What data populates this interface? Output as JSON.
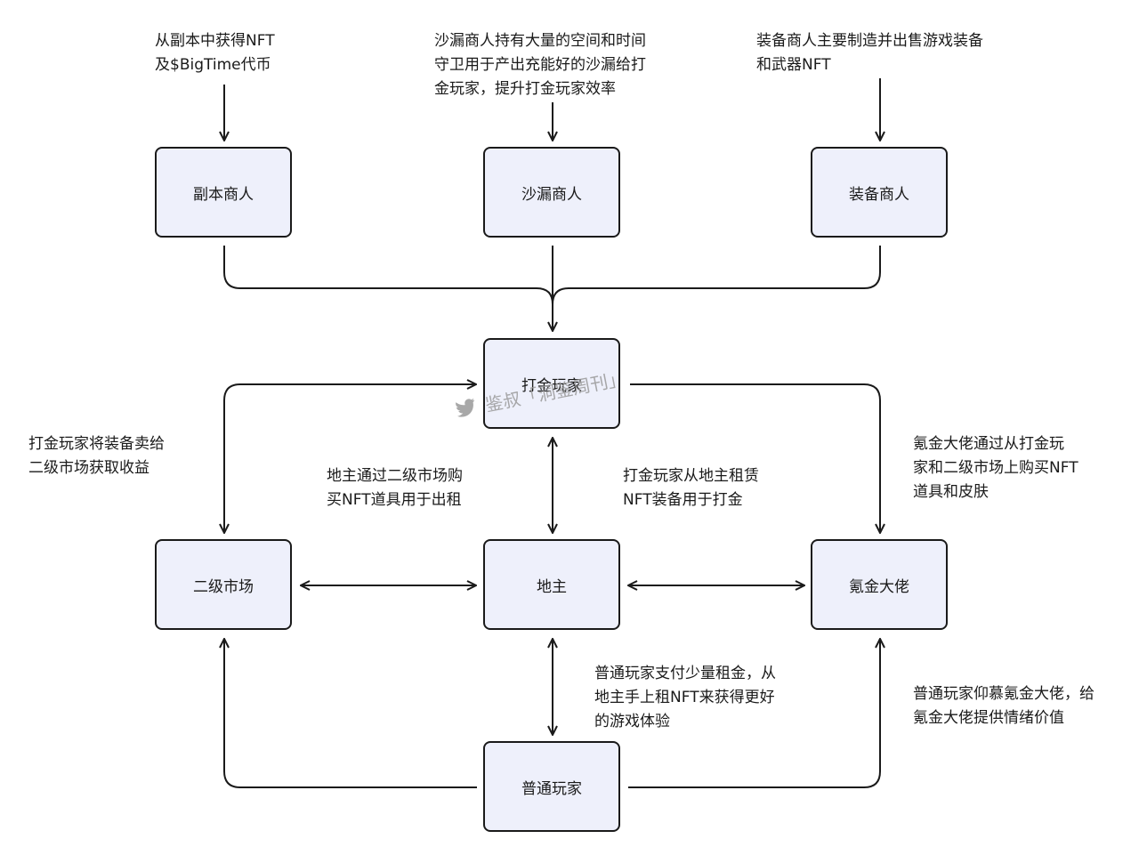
{
  "nodes": {
    "dungeon_merchant": "副本商人",
    "hourglass_merchant": "沙漏商人",
    "equipment_merchant": "装备商人",
    "gold_farmer": "打金玩家",
    "secondary_market": "二级市场",
    "landlord": "地主",
    "whale": "氪金大佬",
    "regular_player": "普通玩家"
  },
  "labels": {
    "dungeon": "从副本中获得NFT\n及$BigTime代币",
    "hourglass": "沙漏商人持有大量的空间和时间\n守卫用于产出充能好的沙漏给打\n金玩家，提升打金玩家效率",
    "equipment": "装备商人主要制造并出售游戏装备\n和武器NFT",
    "farmer_to_market": "打金玩家将装备卖给\n二级市场获取收益",
    "landlord_buys": "地主通过二级市场购\n买NFT道具用于出租",
    "farmer_rents": "打金玩家从地主租赁\nNFT装备用于打金",
    "whale_buys": "氪金大佬通过从打金玩\n家和二级市场上购买NFT\n道具和皮肤",
    "regular_rents": "普通玩家支付少量租金，从\n地主手上租NFT来获得更好\n的游戏体验",
    "regular_admires": "普通玩家仰慕氪金大佬，给\n氪金大佬提供情绪价值"
  },
  "watermark": "鉴叔「洞鉴周刊」",
  "watermark_icon": "twitter-bird-icon"
}
